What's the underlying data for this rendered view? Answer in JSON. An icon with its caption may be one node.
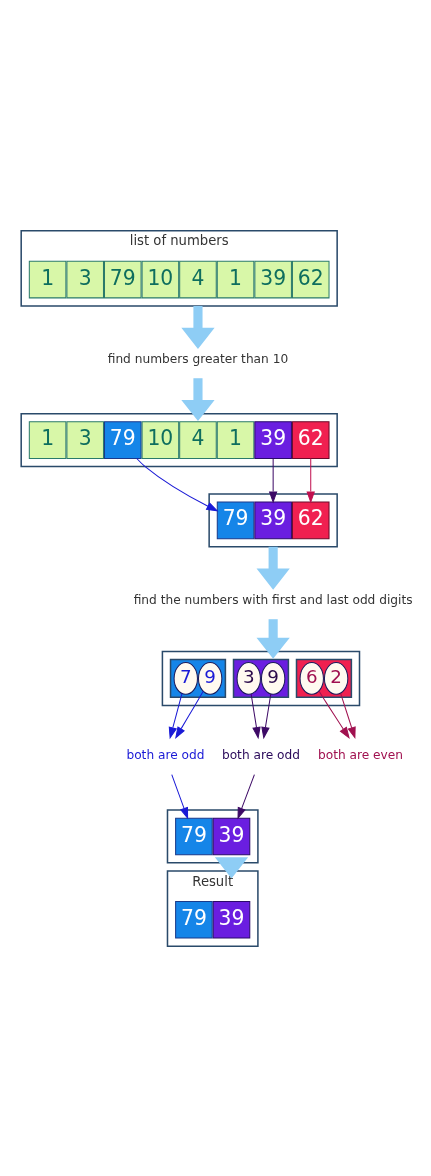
{
  "diagram": {
    "nodes": [
      {
        "text": [
          "list of numbers"
        ]
      },
      {
        "text": [
          "1"
        ],
        "in": 0
      },
      {
        "text": [
          "3"
        ],
        "in": 0
      },
      {
        "text": [
          "79"
        ],
        "in": 0
      },
      {
        "text": [
          "10"
        ],
        "in": 0
      },
      {
        "text": [
          "4"
        ],
        "in": 0
      },
      {
        "text": [
          "1"
        ],
        "in": 0
      },
      {
        "text": [
          "39"
        ],
        "in": 0
      },
      {
        "text": [
          "62"
        ],
        "in": 0
      },
      {
        "text": [
          "find numbers greater than 10"
        ]
      },
      {
        "text": [],
        "shape": "box"
      },
      {
        "text": [
          "1"
        ],
        "in": 10
      },
      {
        "text": [
          "3"
        ],
        "in": 10
      },
      {
        "text": [
          "79"
        ],
        "in": 10
      },
      {
        "text": [
          "10"
        ],
        "in": 10
      },
      {
        "text": [
          "4"
        ],
        "in": 10
      },
      {
        "text": [
          "1"
        ],
        "in": 10
      },
      {
        "text": [
          "39"
        ],
        "in": 10
      },
      {
        "text": [
          "62"
        ],
        "in": 10
      },
      {
        "text": [],
        "shape": "box"
      },
      {
        "text": [
          "79"
        ],
        "in": 19
      },
      {
        "text": [
          "39"
        ],
        "in": 19
      },
      {
        "text": [
          "62"
        ],
        "in": 19
      },
      {
        "text": [
          "find the numbers with first and last odd digits"
        ]
      },
      {
        "text": [],
        "shape": "box"
      },
      {
        "text": [],
        "shape": "box",
        "in": 24
      },
      {
        "text": [
          "7"
        ],
        "in": 25
      },
      {
        "text": [
          "9"
        ],
        "in": 25
      },
      {
        "text": [],
        "shape": "box",
        "in": 24
      },
      {
        "text": [
          "3"
        ],
        "in": 28
      },
      {
        "text": [
          "9"
        ],
        "in": 28
      },
      {
        "text": [],
        "shape": "box",
        "in": 24
      },
      {
        "text": [
          "6"
        ],
        "in": 31
      },
      {
        "text": [
          "2"
        ],
        "in": 31
      },
      {
        "text": [
          "both are odd"
        ]
      },
      {
        "text": [
          "both are odd"
        ]
      },
      {
        "text": [
          "both are even"
        ]
      },
      {
        "text": [],
        "shape": "box"
      },
      {
        "text": [
          "79"
        ],
        "in": 37
      },
      {
        "text": [
          "39"
        ],
        "in": 37
      },
      {
        "text": [
          "Result"
        ]
      },
      {
        "text": [
          "79"
        ],
        "in": 40
      },
      {
        "text": [
          "39"
        ],
        "in": 40
      }
    ],
    "edges": [
      {
        "from": 0,
        "to": 9,
        "arrow": "to",
        "style": "thick",
        "color": "#8ecdf5"
      },
      {
        "from": 9,
        "to": 10,
        "arrow": "to",
        "style": "thick",
        "color": "#8ecdf5"
      },
      {
        "from": 13,
        "to": 20,
        "arrow": "to",
        "color": "#1a1ad6"
      },
      {
        "from": 17,
        "to": 21,
        "arrow": "to",
        "color": "#3d0a66"
      },
      {
        "from": 18,
        "to": 22,
        "arrow": "to",
        "color": "#c0104f"
      },
      {
        "from": 19,
        "to": 23,
        "arrow": "to",
        "style": "thick",
        "color": "#8ecdf5"
      },
      {
        "from": 23,
        "to": 24,
        "arrow": "to",
        "style": "thick",
        "color": "#8ecdf5"
      },
      {
        "from": 26,
        "to": 34,
        "arrow": "to",
        "color": "#1a1ad6"
      },
      {
        "from": 27,
        "to": 34,
        "arrow": "to",
        "color": "#1a1ad6"
      },
      {
        "from": 29,
        "to": 35,
        "arrow": "to",
        "color": "#3d0a66"
      },
      {
        "from": 30,
        "to": 35,
        "arrow": "to",
        "color": "#3d0a66"
      },
      {
        "from": 32,
        "to": 36,
        "arrow": "to",
        "color": "#a0104f"
      },
      {
        "from": 33,
        "to": 36,
        "arrow": "to",
        "color": "#a0104f"
      },
      {
        "from": 34,
        "to": 38,
        "arrow": "to",
        "color": "#1a1ad6"
      },
      {
        "from": 35,
        "to": 39,
        "arrow": "to",
        "color": "#3d0a66"
      },
      {
        "from": 37,
        "to": 40,
        "arrow": "to",
        "style": "thick",
        "color": "#8ecdf5"
      }
    ]
  }
}
